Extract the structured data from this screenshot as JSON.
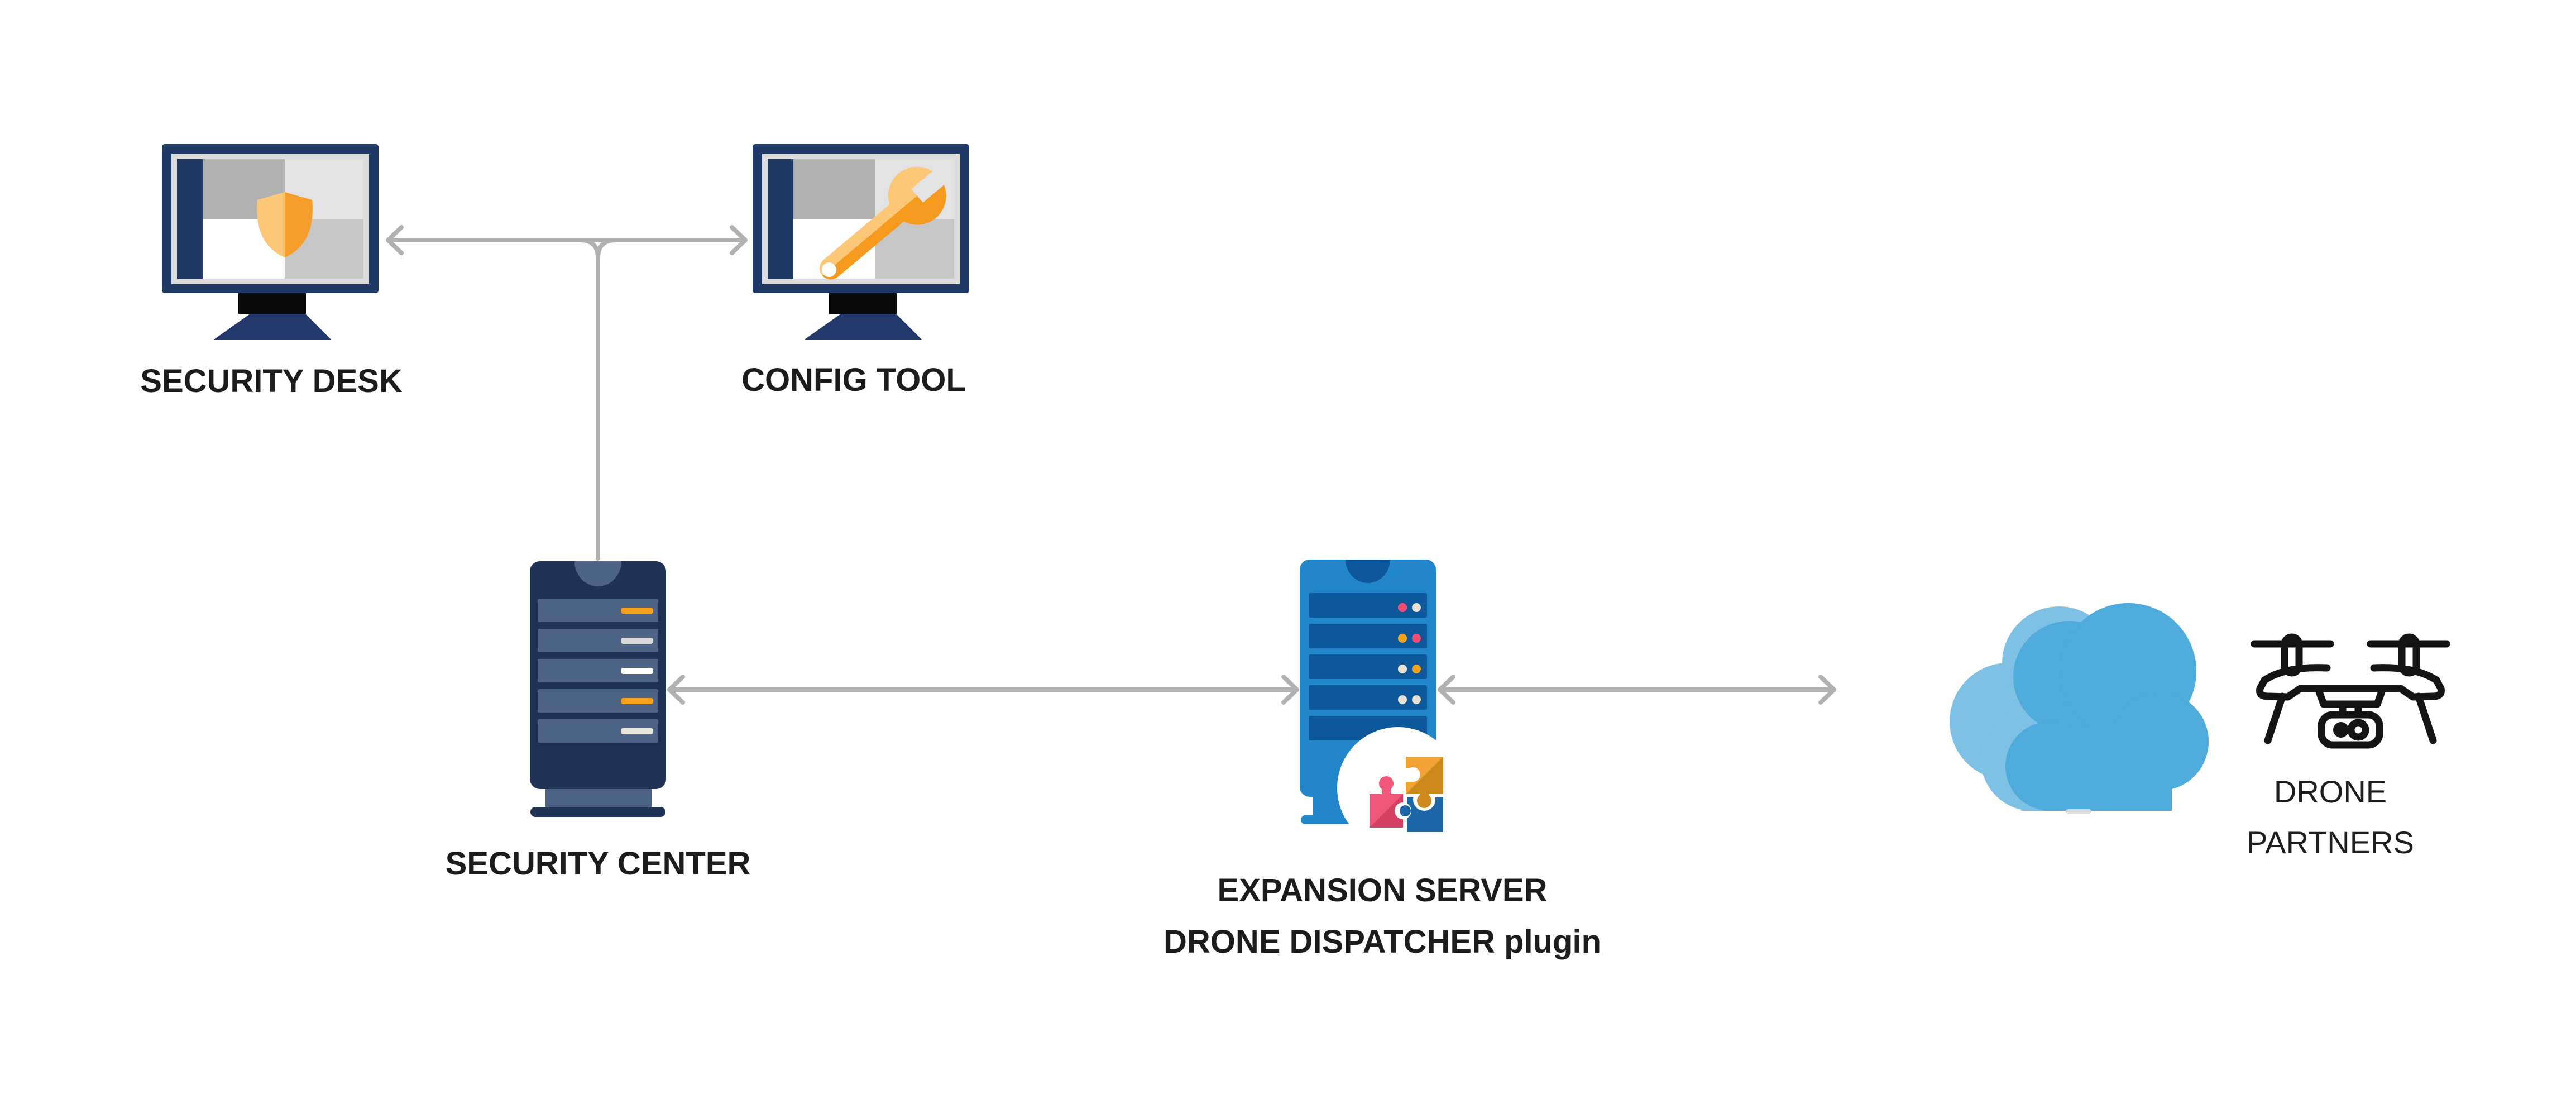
{
  "nodes": {
    "security_desk": {
      "label": "SECURITY DESK",
      "icon": "monitor-shield-icon"
    },
    "config_tool": {
      "label": "CONFIG TOOL",
      "icon": "monitor-wrench-icon"
    },
    "security_center": {
      "label": "SECURITY CENTER",
      "icon": "server-tower-icon"
    },
    "expansion_server": {
      "label": "EXPANSION SERVER",
      "sublabel": "DRONE DISPATCHER plugin",
      "icon": "server-tower-plugin-icon"
    },
    "cloud": {
      "icon": "cloud-icon"
    },
    "drone_partners": {
      "label": "DRONE",
      "label2": "PARTNERS",
      "icon": "drone-icon"
    }
  },
  "connections": [
    {
      "from": "security-center",
      "to": "security-desk",
      "style": "arrow"
    },
    {
      "from": "security-center",
      "to": "config-tool",
      "style": "arrow"
    },
    {
      "from": "security-center",
      "to": "expansion-server",
      "style": "double-arrow"
    },
    {
      "from": "expansion-server",
      "to": "cloud-drone-partners",
      "style": "double-arrow"
    }
  ],
  "colors": {
    "monitor_navy": "#1F3A66",
    "sidebar_navy": "#1F3864",
    "server_navy": "#1F3357",
    "server_slat_slate": "#4D6486",
    "accent_orange": "#F5A11D",
    "shield_light": "#FCC878",
    "shield_dark": "#F69D2B",
    "expansion_blue": "#2286CB",
    "expansion_slat_blue": "#0C589B",
    "led_pink": "#F14D74",
    "led_cream": "#E7E2D4",
    "led_orange": "#F4A21C",
    "puzzle_orange": "#F0A332",
    "puzzle_orange_dark": "#CC8A1E",
    "puzzle_pink": "#F0577A",
    "puzzle_pink_dark": "#D64063",
    "puzzle_blue": "#1D66A8",
    "cloud_light": "#7EC1E4",
    "cloud_dark": "#4FABDB",
    "arrow_gray": "#B1B1B1",
    "label_text": "#1C1C1C"
  }
}
